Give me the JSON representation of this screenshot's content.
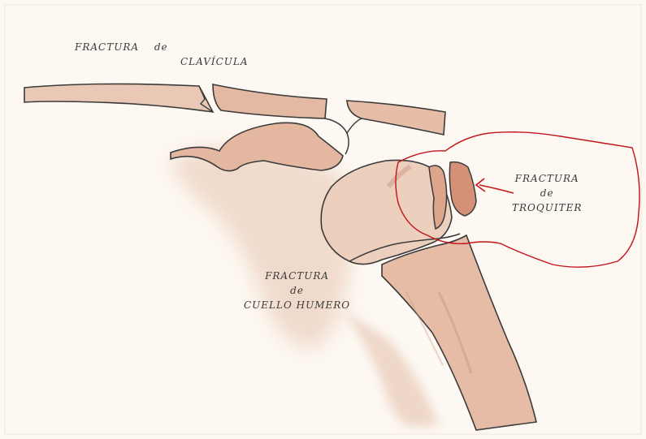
{
  "labels": {
    "clavicle": {
      "line1": "FRACTURA",
      "line2": "de",
      "line3": "CLAVÍCULA"
    },
    "troquiter": {
      "line1": "FRACTURA",
      "line2": "de",
      "line3": "TROQUITER"
    },
    "neck": {
      "line1": "FRACTURA",
      "line2": "de",
      "line3": "CUELLO HUMERO"
    }
  },
  "colors": {
    "paper": "#fdf8f2",
    "bone_wash": "#e4bda6",
    "bone_wash_dark": "#d49c82",
    "ink": "#3b3b3b",
    "highlight": "#c3131b"
  }
}
